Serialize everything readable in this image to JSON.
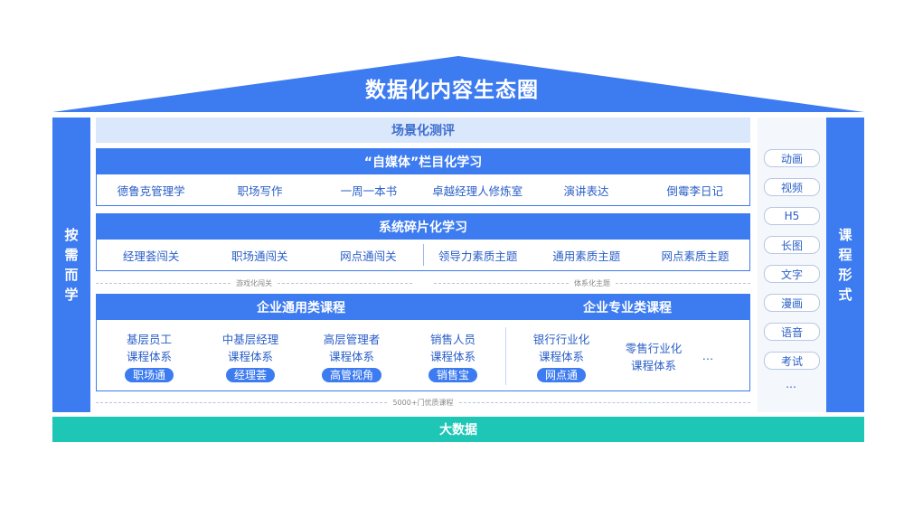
{
  "title": "数据化内容生态圈",
  "left_pillar": "按需而学",
  "right_pillar": "课程形式",
  "scene": "场景化测评",
  "media_band": {
    "title": "“自媒体”栏目化学习",
    "items": [
      "德鲁克管理学",
      "职场写作",
      "一周一本书",
      "卓越经理人修炼室",
      "演讲表达",
      "倒霉李日记"
    ]
  },
  "fragment_band": {
    "title": "系统碎片化学习",
    "group1": [
      "经理荟闯关",
      "职场通闯关",
      "网点通闯关"
    ],
    "group2": [
      "领导力素质主题",
      "通用素质主题",
      "网点素质主题"
    ],
    "label1": "游戏化闯关",
    "label2": "体系化主题"
  },
  "general_courses": {
    "title": "企业通用类课程",
    "items": [
      {
        "line1": "基层员工",
        "line2": "课程体系",
        "tag": "职场通"
      },
      {
        "line1": "中基层经理",
        "line2": "课程体系",
        "tag": "经理荟"
      },
      {
        "line1": "高层管理者",
        "line2": "课程体系",
        "tag": "高管视角"
      },
      {
        "line1": "销售人员",
        "line2": "课程体系",
        "tag": "销售宝"
      }
    ]
  },
  "pro_courses": {
    "title": "企业专业类课程",
    "items": [
      {
        "line1": "银行行业化",
        "line2": "课程体系",
        "tag": "网点通"
      },
      {
        "line1": "零售行业化",
        "line2": "课程体系"
      }
    ],
    "more": "…"
  },
  "courses_label": "5000+门优质课程",
  "formats": [
    "动画",
    "视频",
    "H5",
    "长图",
    "文字",
    "漫画",
    "语音",
    "考试"
  ],
  "formats_more": "…",
  "bottom": "大数据",
  "colors": {
    "primary": "#3d7bf0",
    "light": "#dbe7fb",
    "teal": "#1ec6b6"
  }
}
